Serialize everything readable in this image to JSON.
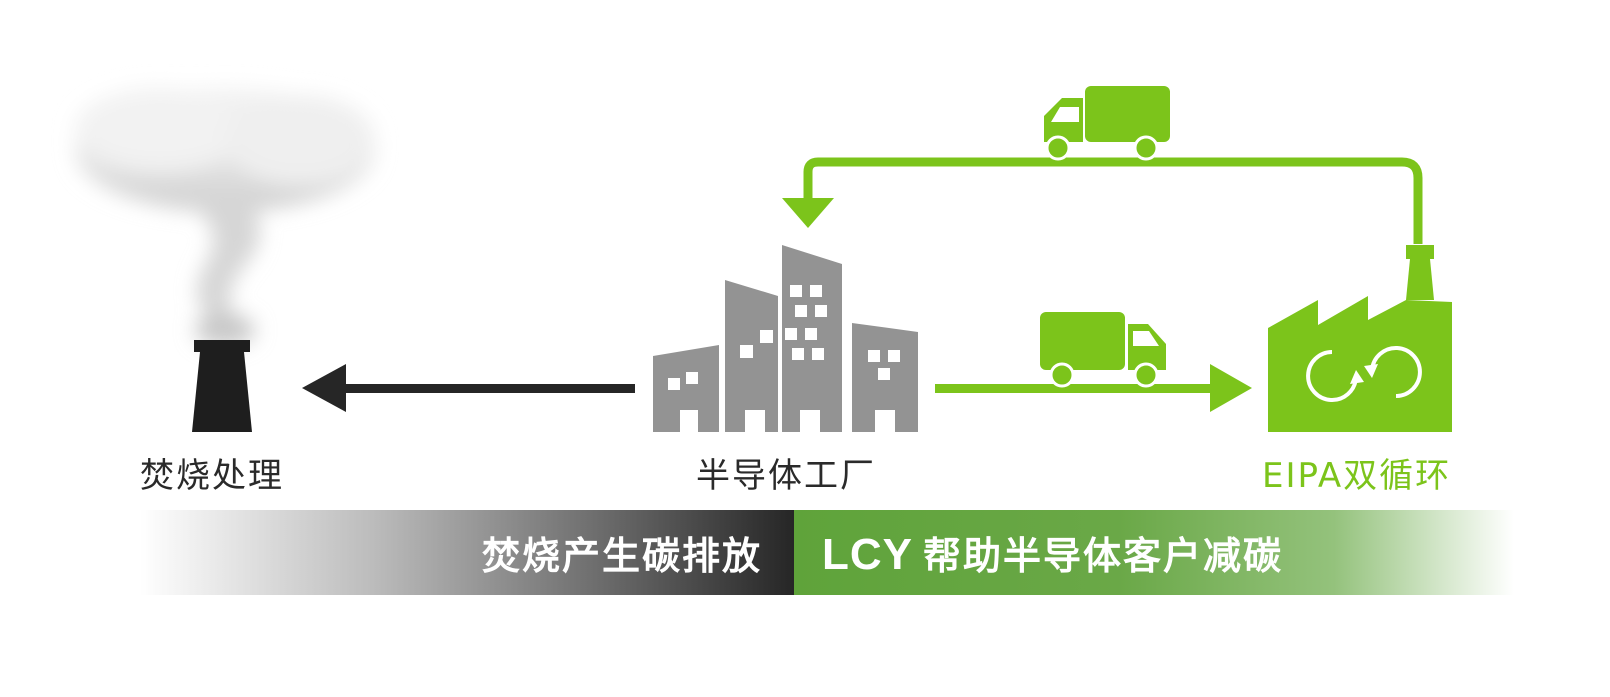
{
  "labels": {
    "incineration": "焚烧处理",
    "factory": "半导体工厂",
    "eipa": "EIPA双循环"
  },
  "bands": {
    "left": "焚烧产生碳排放",
    "right_brand": "LCY",
    "right_text": "帮助半导体客户减碳"
  },
  "colors": {
    "green": "#7cc41b",
    "gray": "#939393",
    "dark": "#262626",
    "band_green": "#5fa33a"
  },
  "icons": [
    "smoke-icon",
    "chimney-icon",
    "buildings-icon",
    "truck-icon",
    "eipa-factory-icon",
    "recycle-icon"
  ]
}
